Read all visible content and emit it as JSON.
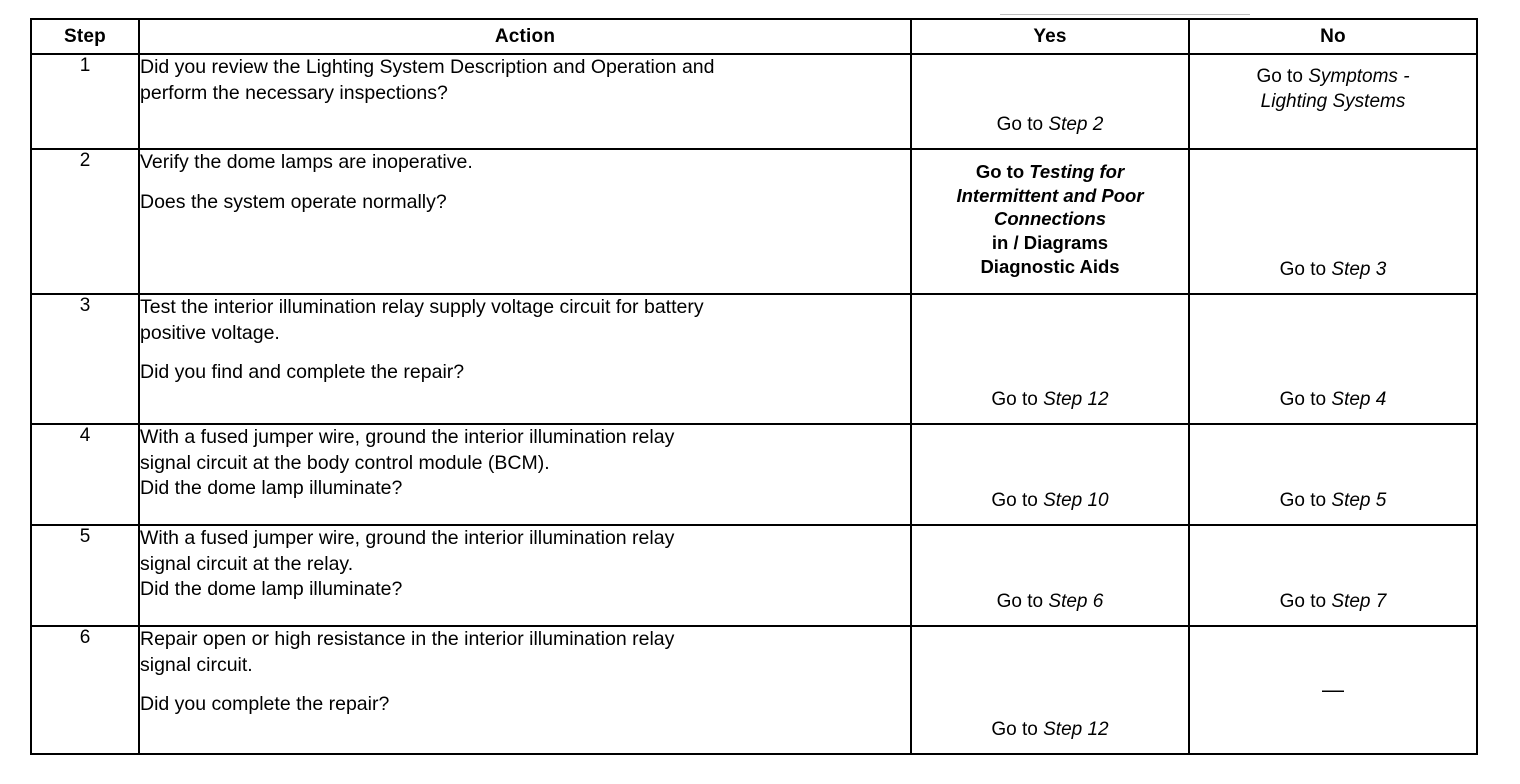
{
  "table": {
    "headers": {
      "step": "Step",
      "action": "Action",
      "yes": "Yes",
      "no": "No"
    },
    "rows": [
      {
        "step": "1",
        "action": {
          "line1": "Did you review the Lighting System Description and Operation and",
          "line2": "perform the necessary inspections?",
          "line3": "",
          "line4": ""
        },
        "yes": {
          "prefix": "Go to ",
          "target": "Step 2",
          "extra": "",
          "extra2": "",
          "extra3": ""
        },
        "no": {
          "prefix": "Go to ",
          "target": "Symptoms -",
          "target2": "Lighting Systems",
          "extra": ""
        }
      },
      {
        "step": "2",
        "action": {
          "line1": "Verify the dome lamps are inoperative.",
          "line2": "Does the system operate normally?",
          "line3": "",
          "line4": ""
        },
        "yes": {
          "prefix": "Go to ",
          "target": "Testing for",
          "target2": "Intermittent and Poor",
          "target3": "Connections",
          "extra": "in  / Diagrams",
          "extra2": "Diagnostic Aids"
        },
        "no": {
          "prefix": "Go to ",
          "target": "Step 3",
          "target2": "",
          "extra": ""
        }
      },
      {
        "step": "3",
        "action": {
          "line1": "Test the interior illumination relay supply voltage circuit for battery",
          "line2": "positive voltage.",
          "line3": "",
          "line4": "Did you find and complete the repair?"
        },
        "yes": {
          "prefix": "Go to ",
          "target": "Step 12",
          "extra": ""
        },
        "no": {
          "prefix": "Go to ",
          "target": "Step 4",
          "target2": "",
          "extra": ""
        }
      },
      {
        "step": "4",
        "action": {
          "line1": "With a fused jumper wire, ground the interior illumination relay",
          "line2": "signal circuit at the body control module (BCM).",
          "line3": "",
          "line4": "Did the dome lamp illuminate?"
        },
        "yes": {
          "prefix": "Go to ",
          "target": "Step 10",
          "extra": ""
        },
        "no": {
          "prefix": "Go to ",
          "target": "Step 5",
          "target2": "",
          "extra": ""
        }
      },
      {
        "step": "5",
        "action": {
          "line1": "With a fused jumper wire, ground the interior illumination relay",
          "line2": "signal circuit at the relay.",
          "line3": "",
          "line4": "Did the dome lamp illuminate?"
        },
        "yes": {
          "prefix": "Go to ",
          "target": "Step 6",
          "extra": ""
        },
        "no": {
          "prefix": "Go to ",
          "target": "Step 7",
          "target2": "",
          "extra": ""
        }
      },
      {
        "step": "6",
        "action": {
          "line1": "Repair open or high resistance in the interior illumination relay",
          "line2": "signal circuit.",
          "line3": "",
          "line4": "Did you complete the repair?"
        },
        "yes": {
          "prefix": "Go to ",
          "target": "Step 12",
          "extra": ""
        },
        "no": {
          "prefix": "",
          "target": "",
          "target2": "",
          "extra": "—"
        }
      }
    ]
  },
  "colors": {
    "border": "#000000",
    "text": "#000000",
    "background": "#ffffff"
  }
}
